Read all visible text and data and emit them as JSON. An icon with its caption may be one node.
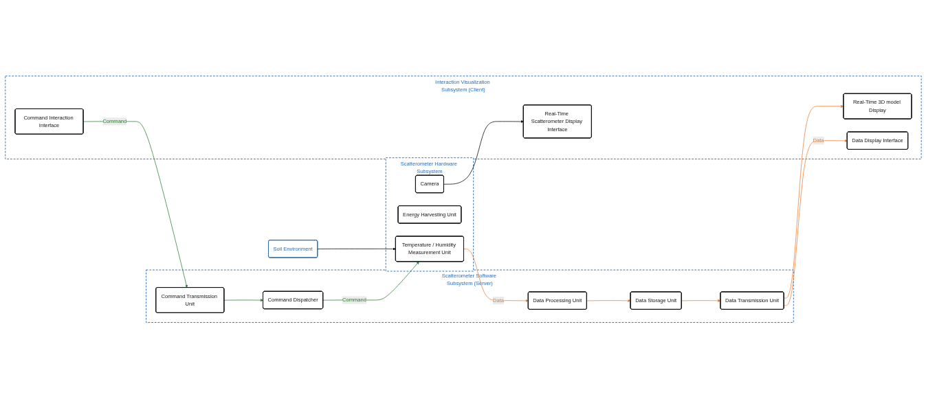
{
  "diagram": {
    "nodes": [
      {
        "text": [
          "Scatterometer Hardware Subsystem"
        ]
      },
      {
        "text": [
          "Camera"
        ],
        "in": 0
      },
      {
        "text": [
          "Energy Harvesting Unit"
        ],
        "in": 0
      },
      {
        "text": [
          "Temperature / Humidity Measurement Unit"
        ],
        "in": 0
      },
      {
        "text": [
          "Soil Environment"
        ]
      },
      {
        "text": [
          "Scatterometer Software Subsystem (Server)"
        ]
      },
      {
        "text": [
          "Command Dispatcher"
        ],
        "in": 5
      },
      {
        "text": [
          "Command Transmission Unit"
        ],
        "in": 5
      },
      {
        "text": [
          "Data Processing Unit"
        ],
        "in": 5
      },
      {
        "text": [
          "Data Storage Unit"
        ],
        "in": 5
      },
      {
        "text": [
          "Data Transmission Unit"
        ],
        "in": 5
      },
      {
        "text": [
          "Interaction Visualization Subsystem (Client)"
        ]
      },
      {
        "text": [
          "Real-Time Scatterometer Display Interface"
        ],
        "in": 11
      },
      {
        "text": [
          "Command Interaction Interface"
        ],
        "in": 11
      },
      {
        "text": [
          "Real-Time 3D model Display"
        ],
        "in": 11
      },
      {
        "text": [
          "Data Display Interface"
        ],
        "in": 11
      }
    ],
    "edges": [
      {
        "from": 1,
        "to": 12,
        "arrow": "to",
        "color": "#000000"
      },
      {
        "from": 13,
        "to": 7,
        "arrow": "to",
        "label": "Command",
        "color": "#2e7d32"
      },
      {
        "from": 7,
        "to": 6,
        "arrow": "to",
        "color": "#2e7d32"
      },
      {
        "from": 6,
        "to": 3,
        "arrow": "to",
        "label": "Command",
        "color": "#2e7d32"
      },
      {
        "from": 4,
        "to": 3,
        "arrow": "to",
        "color": "#000000"
      },
      {
        "from": 3,
        "to": 8,
        "arrow": "to",
        "label": "Data",
        "color": "#ed7d31"
      },
      {
        "from": 8,
        "to": 9,
        "arrow": "to",
        "color": "#ed7d31"
      },
      {
        "from": 9,
        "to": 10,
        "arrow": "to",
        "color": "#ed7d31"
      },
      {
        "from": 10,
        "to": 14,
        "arrow": "to",
        "color": "#ed7d31"
      },
      {
        "from": 10,
        "to": 15,
        "arrow": "to",
        "label": "Data",
        "color": "#ed7d31"
      }
    ]
  }
}
